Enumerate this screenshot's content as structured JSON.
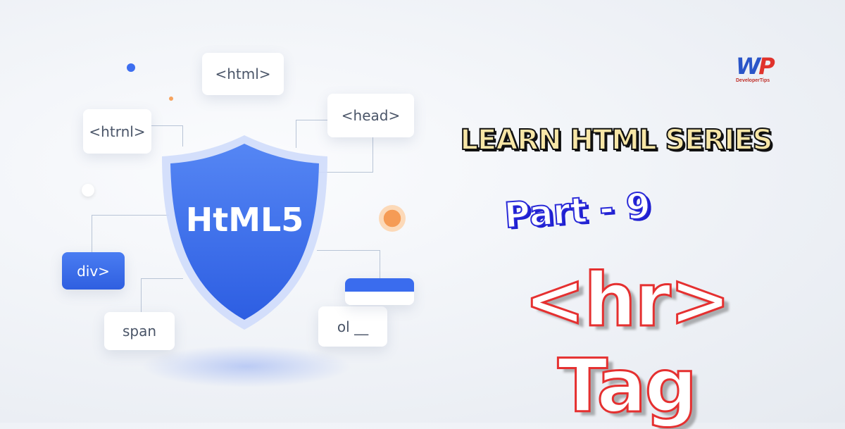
{
  "logo": {
    "text": "WP",
    "subtitle": "DeveloperTips"
  },
  "illustration": {
    "shield_label": "HtML5",
    "cards": {
      "html_top": "<html>",
      "html_left": "<htrnl>",
      "head": "<head>",
      "div": "div>",
      "span": "span",
      "ol": "ol __"
    }
  },
  "headline": {
    "series": "LEARN HTML SERIES",
    "part": "Part - 9",
    "topic": "<hr> Tag"
  },
  "colors": {
    "shield": "#3f72ee",
    "accent_blue": "#2f66e8",
    "orange": "#f6a35e",
    "series_fill": "#f7e6a6",
    "part_outline": "#2a2ad8",
    "topic_outline": "#e53030"
  }
}
